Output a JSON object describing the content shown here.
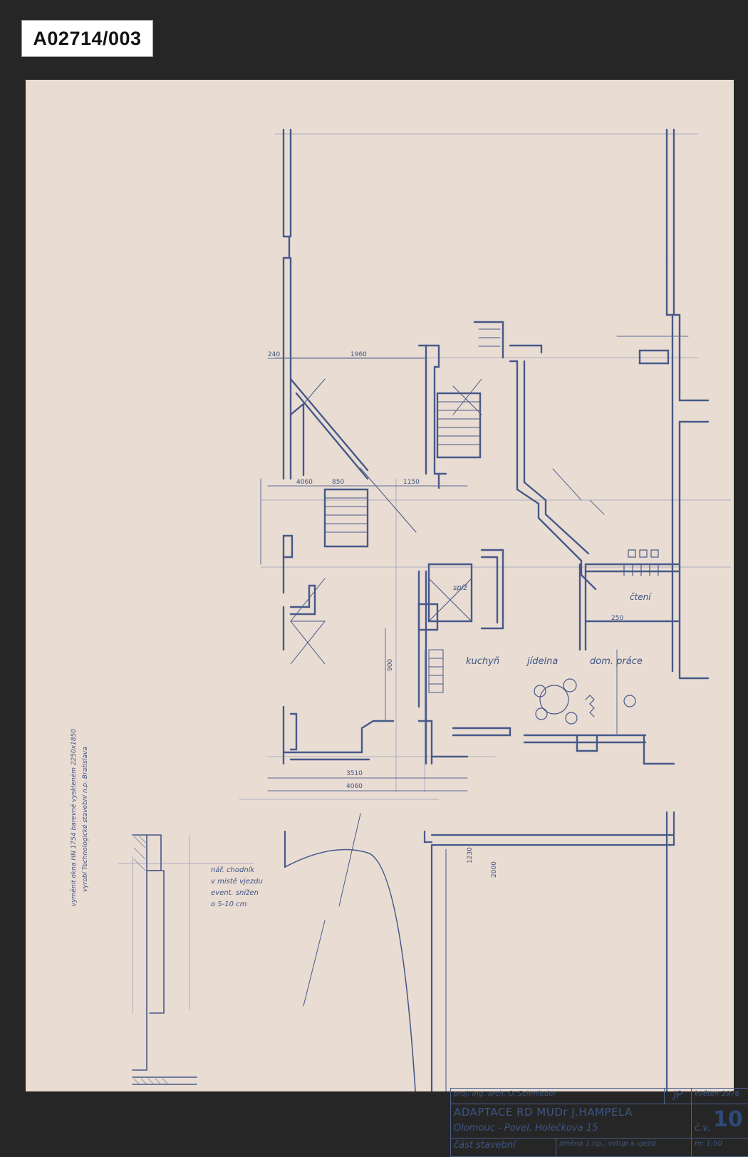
{
  "archive_label": "A02714/003",
  "plan": {
    "rooms": {
      "kitchen": "kuchyň",
      "dining": "jídelna",
      "housework": "dom. práce",
      "pantry": "spíž",
      "reading": "čtení"
    },
    "dimensions": {
      "d1960": "1960",
      "d240": "240",
      "d4060_top": "4060",
      "d850": "850",
      "d1150": "1150",
      "d3510": "3510",
      "d4060_bottom": "4060",
      "d2000": "2000",
      "d1230": "1230",
      "d900": "900",
      "d250": "250"
    },
    "notes": {
      "road_note_1": "nář. chodník",
      "road_note_2": "v místě vjezdu",
      "road_note_3": "event. snížen",
      "road_note_4": "o 5-10 cm",
      "vertical_note_1": "vyměnit okna HN 1754 barevně vyskleném 2250x1850",
      "vertical_note_2": "vyrobí Technologické stavební n.p. Bratislava"
    }
  },
  "title_block": {
    "designer": "proj. Ing. arch. O. Schmieder",
    "initials": "JP",
    "date": "květen 1976",
    "title": "ADAPTACE RD MUDr J.HAMPELA",
    "address": "Olomouc - Povel, Holečkova 15",
    "sheet_label": "č.v.",
    "sheet_number": "10",
    "part_label": "část stavební",
    "description": "změna 1.np., vstup a vjezd",
    "scale_label": "m:",
    "scale_value": "1:50"
  }
}
